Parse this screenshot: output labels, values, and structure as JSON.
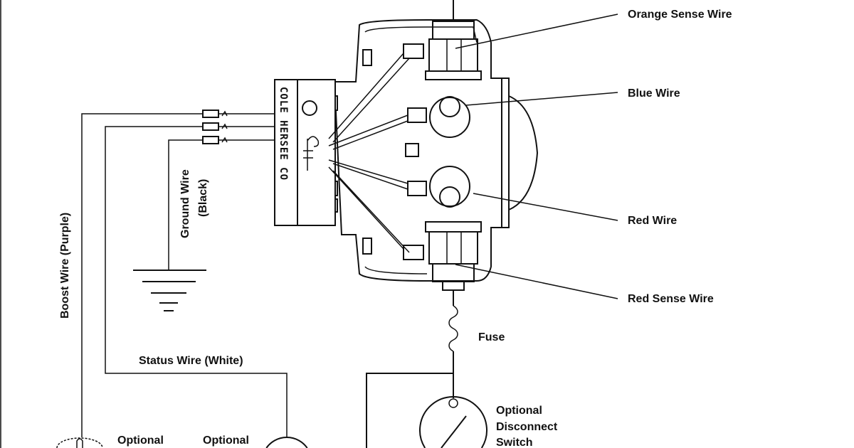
{
  "labels": {
    "orange_sense": "Orange Sense Wire",
    "blue": "Blue Wire",
    "red": "Red Wire",
    "red_sense": "Red Sense Wire",
    "fuse": "Fuse",
    "ground_wire": "Ground Wire",
    "ground_color": "(Black)",
    "boost_wire": "Boost Wire (Purple)",
    "status_wire": "Status Wire (White)",
    "disconnect_1": "Optional",
    "disconnect_2": "Disconnect",
    "disconnect_3": "Switch",
    "bottom_left_1": "Optional",
    "bottom_left_2": "Optional"
  },
  "device": {
    "brand": "COLE HERSEE CO"
  }
}
